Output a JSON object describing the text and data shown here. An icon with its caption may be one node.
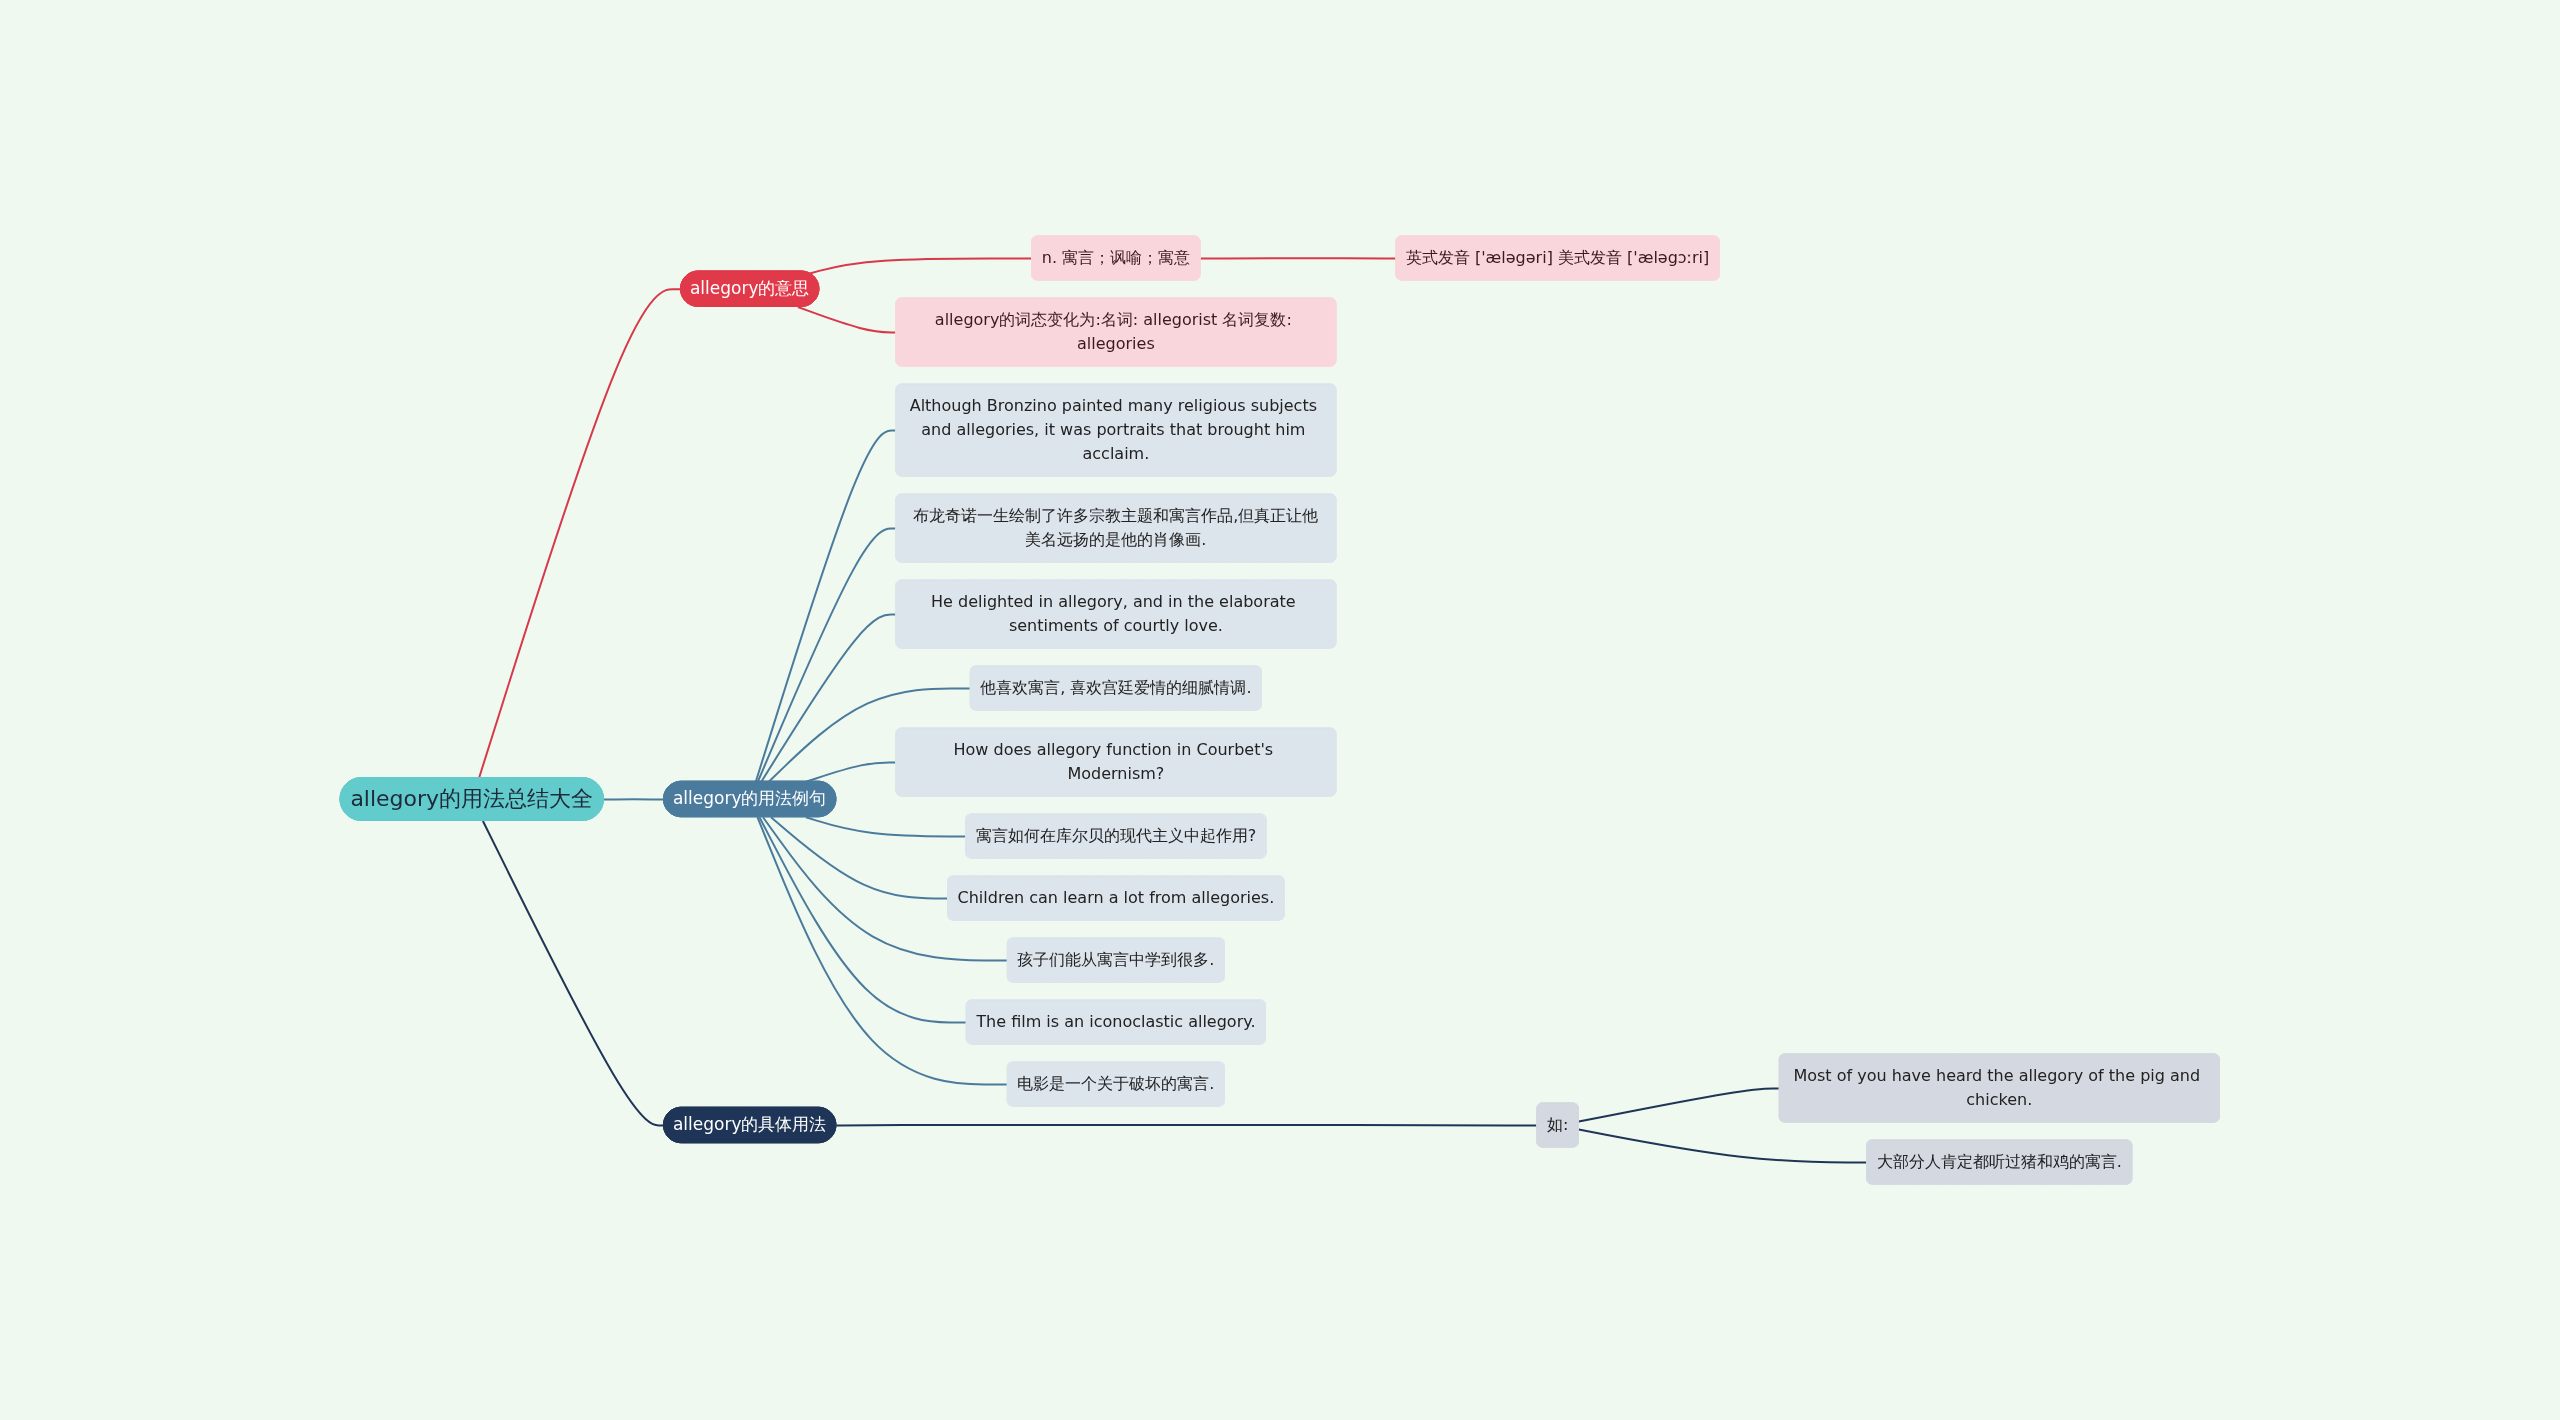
{
  "diagram": {
    "nodes": [
      {
        "text": [
          "allegory的用法总结大全"
        ]
      },
      {
        "text": [
          "allegory的意思"
        ]
      },
      {
        "text": [
          "n. 寓言；讽喻；寓意"
        ]
      },
      {
        "text": [
          "英式发音 ['æləgəri] 美式发音 ['æləgɔːri]"
        ]
      },
      {
        "text": [
          "allegory的词态变化为:名词: allegorist 名词复数: allegories"
        ]
      },
      {
        "text": [
          "allegory的用法例句"
        ]
      },
      {
        "text": [
          "Although Bronzino painted many religious subjects and allegories, it was portraits that brought him acclaim."
        ]
      },
      {
        "text": [
          "布龙奇诺一生绘制了许多宗教主题和寓言作品,但真正让他美名远扬的是他的肖像画."
        ]
      },
      {
        "text": [
          "He delighted in allegory, and in the elaborate sentiments of courtly love."
        ]
      },
      {
        "text": [
          "他喜欢寓言, 喜欢宫廷爱情的细腻情调."
        ]
      },
      {
        "text": [
          "How does allegory function in Courbet's Modernism?"
        ]
      },
      {
        "text": [
          "寓言如何在库尔贝的现代主义中起作用?"
        ]
      },
      {
        "text": [
          "Children can learn a lot from allegories."
        ]
      },
      {
        "text": [
          "孩子们能从寓言中学到很多."
        ]
      },
      {
        "text": [
          "The film is an iconoclastic allegory."
        ]
      },
      {
        "text": [
          "电影是一个关于破坏的寓言."
        ]
      },
      {
        "text": [
          "allegory的具体用法"
        ]
      },
      {
        "text": [
          "如:"
        ]
      },
      {
        "text": [
          "Most of you have heard the allegory of the pig and chicken."
        ]
      },
      {
        "text": [
          "大部分人肯定都听过猪和鸡的寓言."
        ]
      }
    ],
    "edges": [
      {
        "from": 0,
        "to": 1,
        "arrow": "none",
        "color": "#d7384a"
      },
      {
        "from": 1,
        "to": 2,
        "arrow": "none",
        "color": "#d7384a"
      },
      {
        "from": 2,
        "to": 3,
        "arrow": "none",
        "color": "#d7384a"
      },
      {
        "from": 1,
        "to": 4,
        "arrow": "none",
        "color": "#d7384a"
      },
      {
        "from": 0,
        "to": 5,
        "arrow": "none"
      },
      {
        "from": 5,
        "to": 6,
        "arrow": "none"
      },
      {
        "from": 5,
        "to": 7,
        "arrow": "none"
      },
      {
        "from": 5,
        "to": 8,
        "arrow": "none"
      },
      {
        "from": 5,
        "to": 9,
        "arrow": "none"
      },
      {
        "from": 5,
        "to": 10,
        "arrow": "none"
      },
      {
        "from": 5,
        "to": 11,
        "arrow": "none"
      },
      {
        "from": 5,
        "to": 12,
        "arrow": "none"
      },
      {
        "from": 5,
        "to": 13,
        "arrow": "none"
      },
      {
        "from": 5,
        "to": 14,
        "arrow": "none"
      },
      {
        "from": 5,
        "to": 15,
        "arrow": "none"
      },
      {
        "from": 0,
        "to": 16,
        "arrow": "none",
        "color": "#1f3557"
      },
      {
        "from": 16,
        "to": 17,
        "arrow": "none",
        "color": "#1f3557"
      },
      {
        "from": 17,
        "to": 18,
        "arrow": "none",
        "color": "#1f3557"
      },
      {
        "from": 17,
        "to": 19,
        "arrow": "none",
        "color": "#1f3557"
      }
    ]
  }
}
